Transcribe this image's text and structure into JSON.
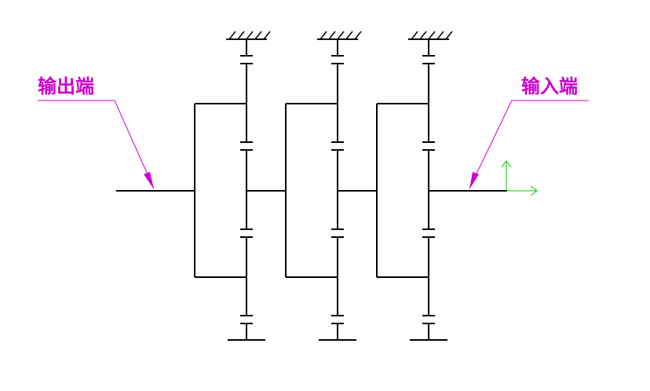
{
  "labels": {
    "output_end": "输出端",
    "input_end": "输入端"
  },
  "colors": {
    "line": "#000000",
    "annotation": "#cc00cc",
    "ucs_axis": "#00cc00",
    "background": "#ffffff"
  },
  "stage_count": 3
}
